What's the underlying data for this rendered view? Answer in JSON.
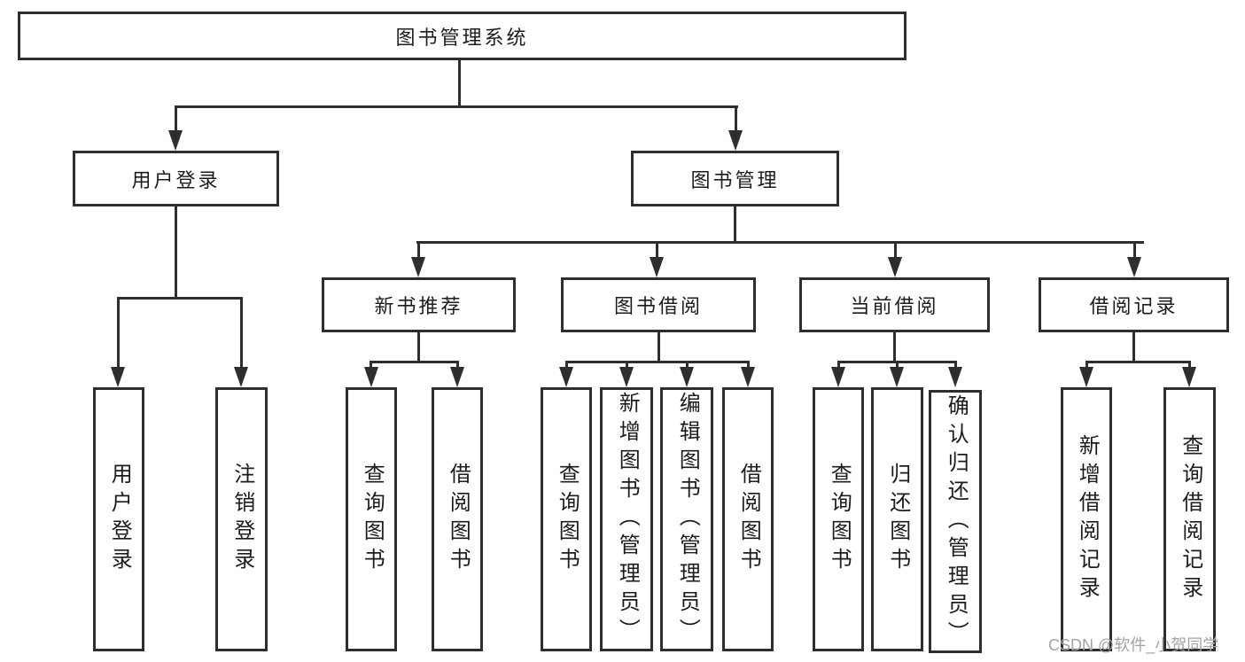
{
  "diagram_title": "图书管理系统",
  "colors": {
    "line": "#2e2e2e",
    "box_border": "#2e2e2e",
    "box_background": "#ffffff",
    "text": "#1c1c1c",
    "watermark": "#a3a3a3"
  },
  "nodes": {
    "root": {
      "label": "图书管理系统"
    },
    "user_login": {
      "label": "用户登录"
    },
    "book_management": {
      "label": "图书管理"
    },
    "new_book_recommend": {
      "label": "新书推荐"
    },
    "book_borrowing": {
      "label": "图书借阅"
    },
    "current_borrowing": {
      "label": "当前借阅"
    },
    "borrowing_records": {
      "label": "借阅记录"
    },
    "leaf_user_login": {
      "label": "用户登录"
    },
    "leaf_logout": {
      "label": "注销登录"
    },
    "rec_query_books": {
      "label": "查询图书"
    },
    "rec_borrow_books": {
      "label": "借阅图书"
    },
    "bb_query_books": {
      "label": "查询图书"
    },
    "bb_add_books": {
      "label": "新增图书（管理员）"
    },
    "bb_edit_books": {
      "label": "编辑图书（管理员）"
    },
    "bb_borrow_books": {
      "label": "借阅图书"
    },
    "cb_query_books": {
      "label": "查询图书"
    },
    "cb_return_books": {
      "label": "归还图书"
    },
    "cb_confirm_return": {
      "label": "确认归还（管理员）"
    },
    "br_add_record": {
      "label": "新增借阅记录"
    },
    "br_query_record": {
      "label": "查询借阅记录"
    }
  },
  "edges": [
    {
      "from": "图书管理系统",
      "to": "用户登录"
    },
    {
      "from": "图书管理系统",
      "to": "图书管理"
    },
    {
      "from": "用户登录",
      "to": "用户登录"
    },
    {
      "from": "用户登录",
      "to": "注销登录"
    },
    {
      "from": "图书管理",
      "to": "新书推荐"
    },
    {
      "from": "图书管理",
      "to": "图书借阅"
    },
    {
      "from": "图书管理",
      "to": "当前借阅"
    },
    {
      "from": "图书管理",
      "to": "借阅记录"
    },
    {
      "from": "新书推荐",
      "to": "查询图书"
    },
    {
      "from": "新书推荐",
      "to": "借阅图书"
    },
    {
      "from": "图书借阅",
      "to": "查询图书"
    },
    {
      "from": "图书借阅",
      "to": "新增图书（管理员）"
    },
    {
      "from": "图书借阅",
      "to": "编辑图书（管理员）"
    },
    {
      "from": "图书借阅",
      "to": "借阅图书"
    },
    {
      "from": "当前借阅",
      "to": "查询图书"
    },
    {
      "from": "当前借阅",
      "to": "归还图书"
    },
    {
      "from": "当前借阅",
      "to": "确认归还（管理员）"
    },
    {
      "from": "借阅记录",
      "to": "新增借阅记录"
    },
    {
      "from": "借阅记录",
      "to": "查询借阅记录"
    }
  ],
  "watermark": {
    "text": "CSDN @软件_小贺同学"
  }
}
